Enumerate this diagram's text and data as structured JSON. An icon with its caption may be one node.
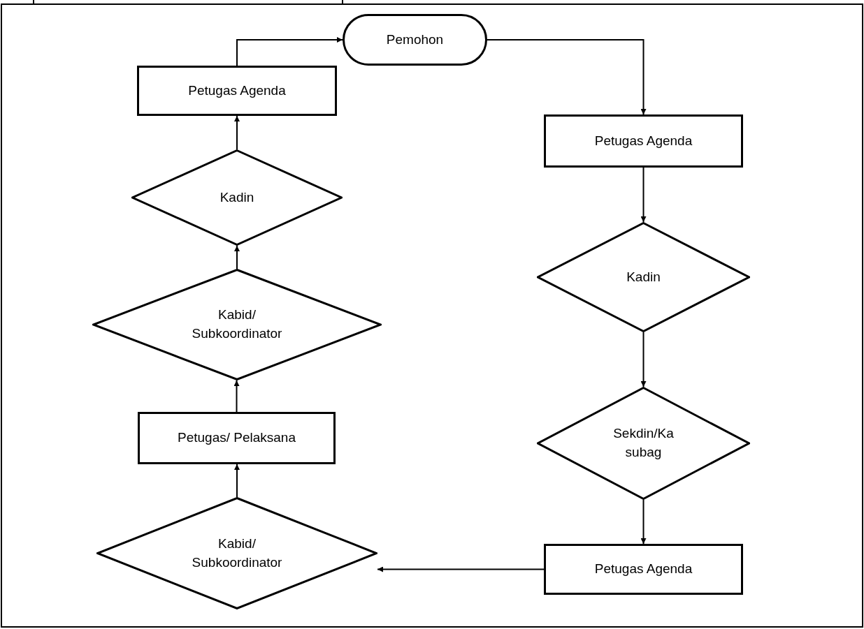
{
  "diagram": {
    "nodes": [
      {
        "text": [
          "Pemohon"
        ]
      },
      {
        "text": [
          "Petugas Agenda"
        ]
      },
      {
        "text": [
          "Petugas Agenda"
        ]
      },
      {
        "text": [
          "Kadin"
        ]
      },
      {
        "text": [
          "Kadin"
        ]
      },
      {
        "text": [
          "Kabid/ Subkoordinator"
        ]
      },
      {
        "text": [
          "Petugas/ Pelaksana"
        ]
      },
      {
        "text": [
          "Sekdin/Ka subag"
        ]
      },
      {
        "text": [
          "Kabid/ Subkoordinator"
        ]
      },
      {
        "text": [
          "Petugas Agenda"
        ]
      }
    ],
    "edges": [
      {
        "from": 0,
        "to": 2,
        "arrow": "to"
      },
      {
        "from": 2,
        "to": 4,
        "arrow": "to"
      },
      {
        "from": 4,
        "to": 7,
        "arrow": "to"
      },
      {
        "from": 7,
        "to": 9,
        "arrow": "to"
      },
      {
        "from": 9,
        "to": 8,
        "arrow": "to"
      },
      {
        "from": 8,
        "to": 6,
        "arrow": "to"
      },
      {
        "from": 6,
        "to": 5,
        "arrow": "to"
      },
      {
        "from": 5,
        "to": 3,
        "arrow": "to"
      },
      {
        "from": 3,
        "to": 1,
        "arrow": "to"
      },
      {
        "from": 1,
        "to": 0,
        "arrow": "to"
      }
    ]
  }
}
